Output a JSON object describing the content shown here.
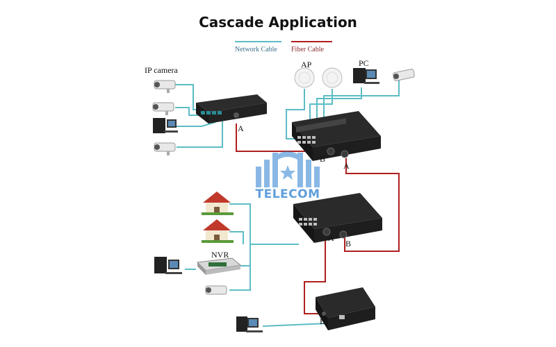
{
  "title": "Cascade Application",
  "legend": {
    "network_cable": "Network Cable",
    "fiber_cable": "Fiber Cable",
    "network_color": "#5bbcc4",
    "fiber_color": "#b01e1e"
  },
  "labels": {
    "ip_camera": "IP camera",
    "ap": "AP",
    "pc": "PC",
    "nvr": "NVR",
    "port_a": "A",
    "port_b": "B"
  },
  "watermark": {
    "text": "TELECOM"
  }
}
